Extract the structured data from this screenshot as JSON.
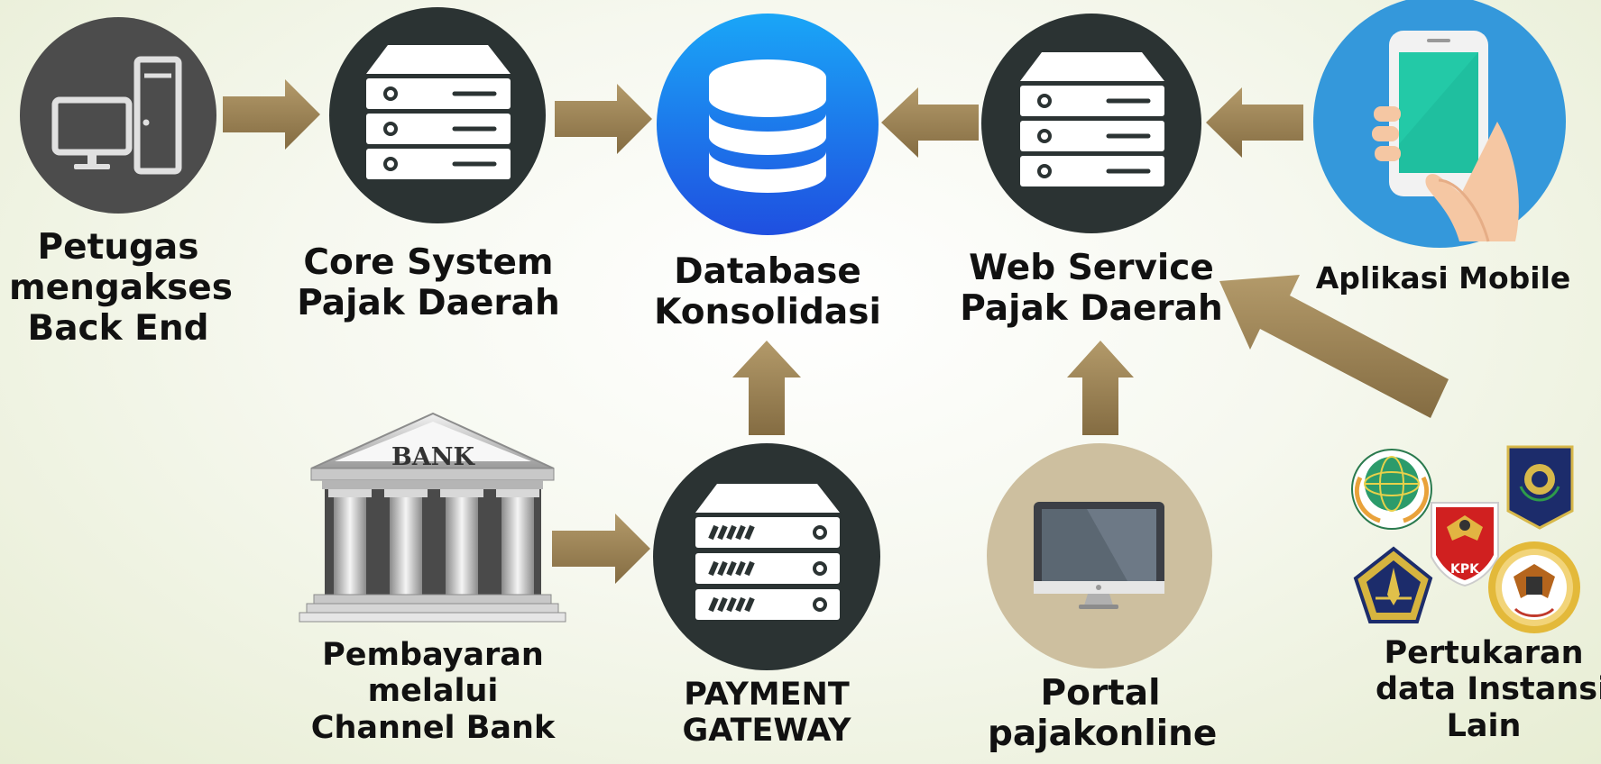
{
  "nodes": {
    "petugas": {
      "lines": [
        "Petugas",
        "mengakses",
        "Back End"
      ],
      "icon": "desktop-computer-icon"
    },
    "core": {
      "lines": [
        "Core System",
        "Pajak Daerah"
      ],
      "icon": "server-icon"
    },
    "database": {
      "lines": [
        "Database",
        "Konsolidasi"
      ],
      "icon": "database-icon"
    },
    "webservice": {
      "lines": [
        "Web Service",
        "Pajak Daerah"
      ],
      "icon": "server-icon"
    },
    "mobile": {
      "lines": [
        "Aplikasi Mobile"
      ],
      "icon": "smartphone-in-hand-icon"
    },
    "bank": {
      "lines": [
        "Pembayaran",
        "melalui",
        "Channel Bank"
      ],
      "icon": "bank-building-icon",
      "sign": "BANK"
    },
    "gateway": {
      "lines": [
        "PAYMENT",
        "GATEWAY"
      ],
      "icon": "server-icon"
    },
    "portal": {
      "lines": [
        "Portal",
        "pajakonline"
      ],
      "icon": "monitor-icon"
    },
    "instansi": {
      "lines": [
        "Pertukaran",
        "data Instansi",
        "Lain"
      ],
      "icon": "agency-logos-icon",
      "logo_text": "KPK"
    }
  },
  "colors": {
    "arrow": "#9b8253",
    "dark": "#2b3333",
    "gray": "#555555",
    "blue": "#1e88f0",
    "mobile_bg": "#3498db",
    "portal_bg": "#cdbf9f"
  }
}
